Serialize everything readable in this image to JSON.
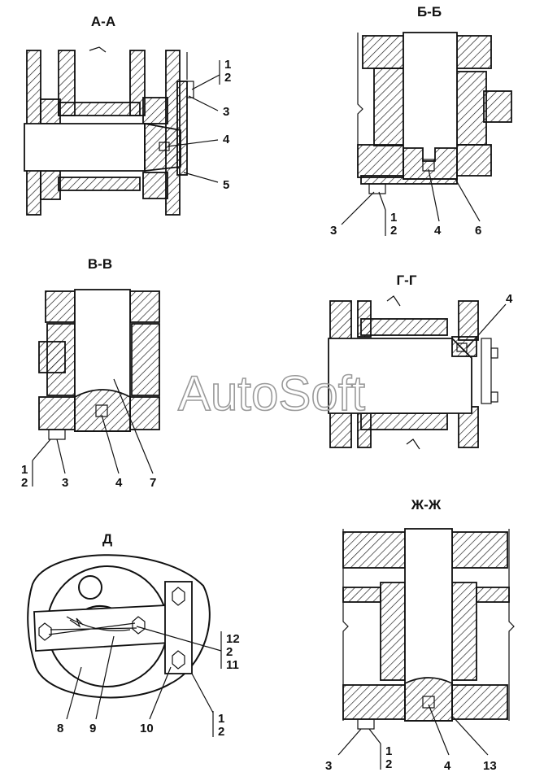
{
  "watermark": "AutoSoft",
  "sections": {
    "aa": {
      "title": "А-А",
      "callouts": [
        "1",
        "2",
        "3",
        "4",
        "5"
      ]
    },
    "bb": {
      "title": "Б-Б",
      "callouts": [
        "3",
        "1",
        "2",
        "4",
        "6"
      ]
    },
    "vv": {
      "title": "В-В",
      "callouts": [
        "1",
        "2",
        "3",
        "4",
        "7"
      ]
    },
    "gg": {
      "title": "Г-Г",
      "callouts": [
        "4"
      ]
    },
    "d": {
      "title": "Д",
      "callouts": [
        "12",
        "2",
        "11",
        "8",
        "9",
        "10",
        "1",
        "2"
      ]
    },
    "zz": {
      "title": "Ж-Ж",
      "callouts": [
        "3",
        "1",
        "2",
        "4",
        "13"
      ]
    }
  }
}
